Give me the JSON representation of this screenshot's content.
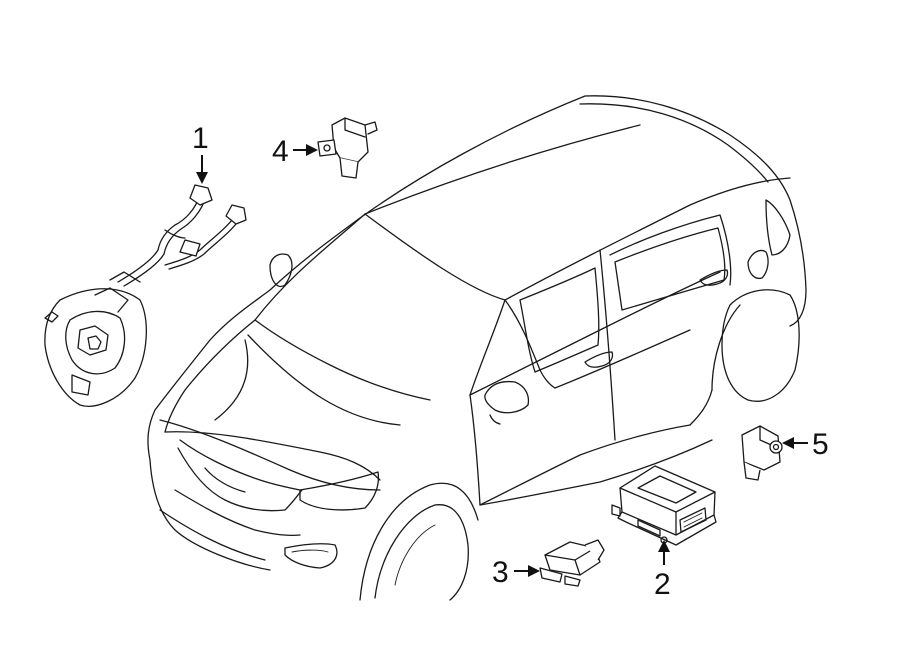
{
  "callouts": [
    {
      "id": "1",
      "label": "1",
      "part": "clock-spring"
    },
    {
      "id": "2",
      "label": "2",
      "part": "airbag-control-module"
    },
    {
      "id": "3",
      "label": "3",
      "part": "occupant-sensor"
    },
    {
      "id": "4",
      "label": "4",
      "part": "front-impact-sensor"
    },
    {
      "id": "5",
      "label": "5",
      "part": "side-impact-sensor"
    }
  ],
  "colors": {
    "line": "#1a1a1a",
    "background": "#ffffff"
  }
}
